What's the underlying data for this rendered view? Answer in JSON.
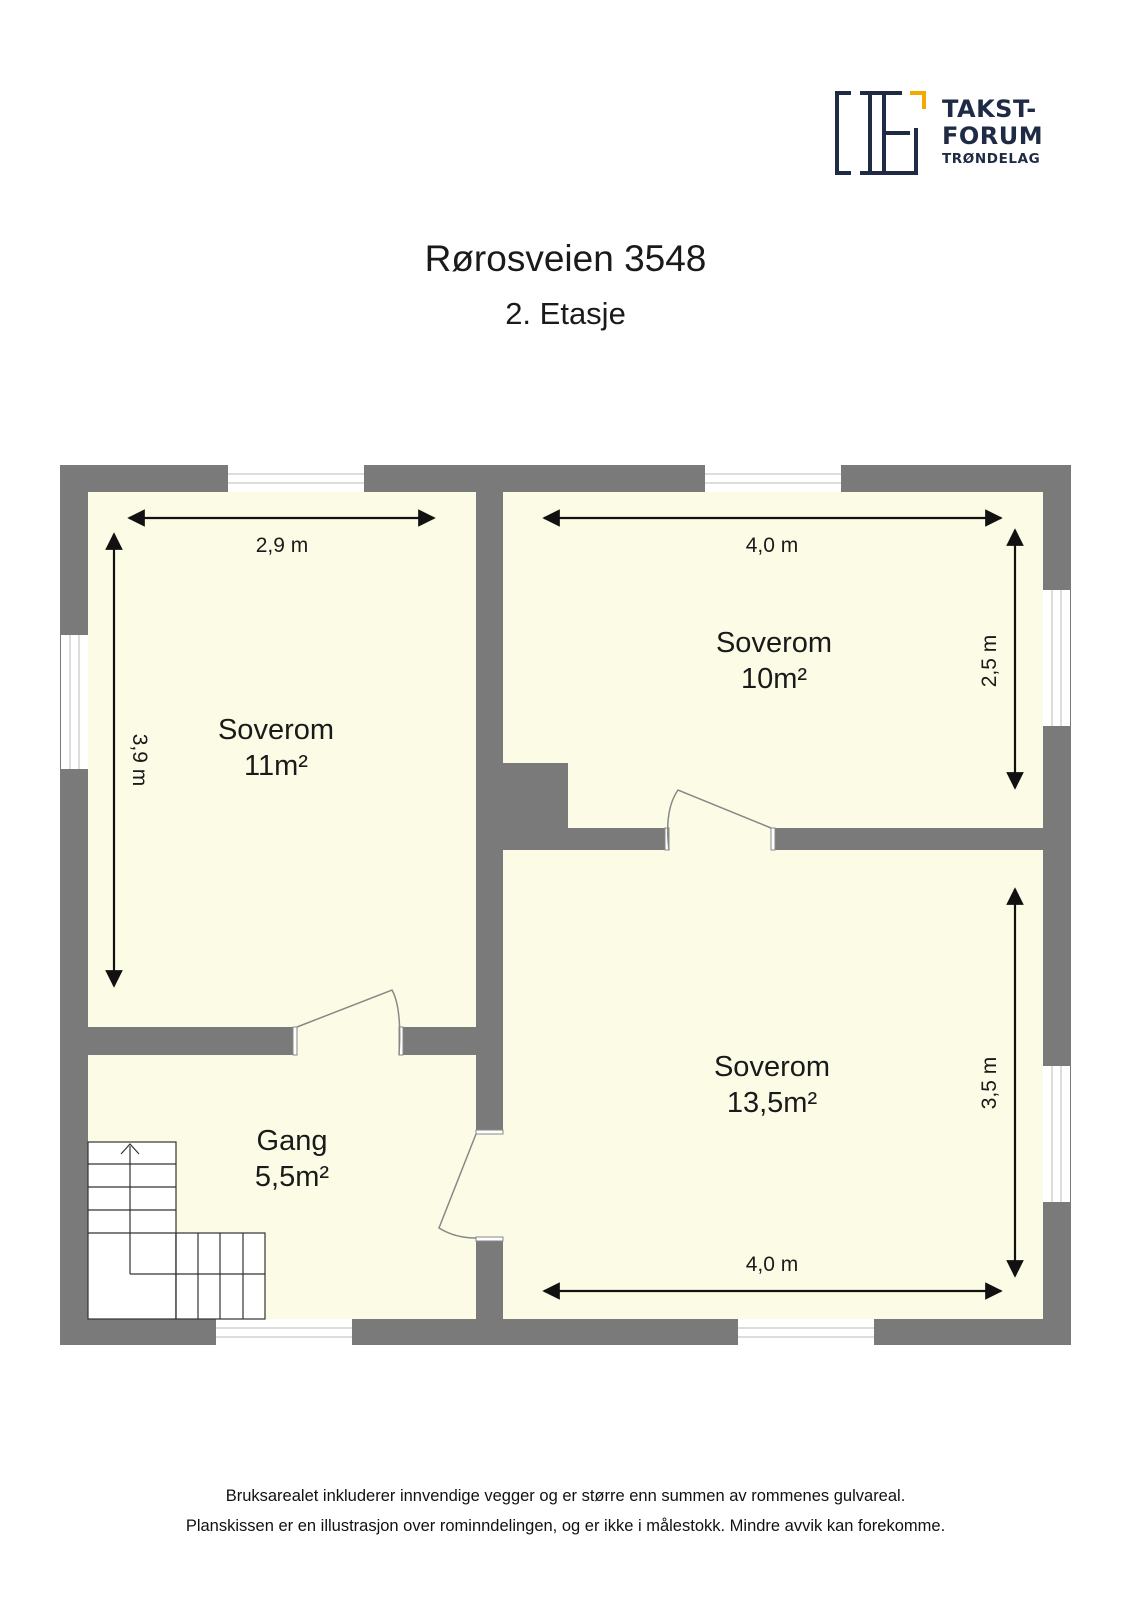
{
  "logo": {
    "line1": "TAKST-",
    "line2": "FORUM",
    "line3": "TRØNDELAG",
    "color_dark": "#1f2a44",
    "color_accent": "#f2a900"
  },
  "header": {
    "title": "Rørosveien 3548",
    "subtitle": "2. Etasje"
  },
  "rooms": [
    {
      "name": "Soverom",
      "area": "11m²"
    },
    {
      "name": "Soverom",
      "area": "10m²"
    },
    {
      "name": "Soverom",
      "area": "13,5m²"
    },
    {
      "name": "Gang",
      "area": "5,5m²"
    }
  ],
  "dimensions": {
    "room1_width": "2,9 m",
    "room1_height": "3,9 m",
    "room2_width": "4,0 m",
    "room2_height": "2,5 m",
    "room3_width": "4,0 m",
    "room3_height": "3,5 m"
  },
  "colors": {
    "wall": "#7a7a7a",
    "floor": "#fcfce6",
    "line": "#111111"
  },
  "footer": {
    "line1": "Bruksarealet inkluderer innvendige vegger og er større enn summen av rommenes gulvareal.",
    "line2": "Planskissen er en illustrasjon over rominndelingen, og er ikke i målestokk. Mindre avvik kan forekomme."
  }
}
